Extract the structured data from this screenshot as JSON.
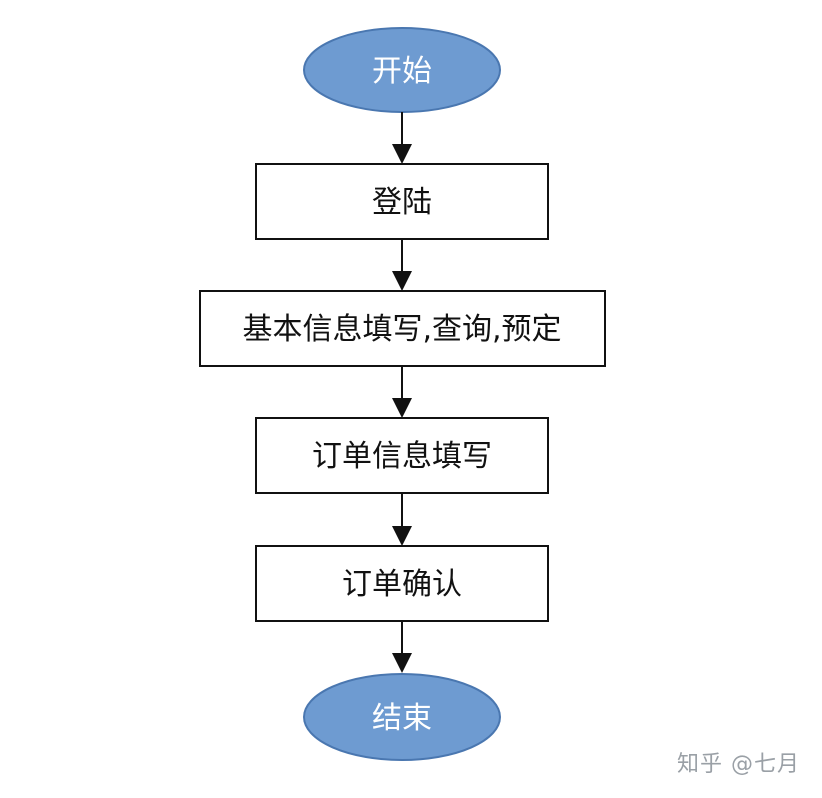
{
  "flow": {
    "start": "开始",
    "steps": [
      "登陆",
      "基本信息填写,查询,预定",
      "订单信息填写",
      "订单确认"
    ],
    "end": "结束"
  },
  "watermark": "知乎 @七月",
  "colors": {
    "terminal_fill": "#6e9bd1",
    "terminal_stroke": "#4a77b0",
    "box_stroke": "#111111",
    "arrow": "#111111"
  }
}
